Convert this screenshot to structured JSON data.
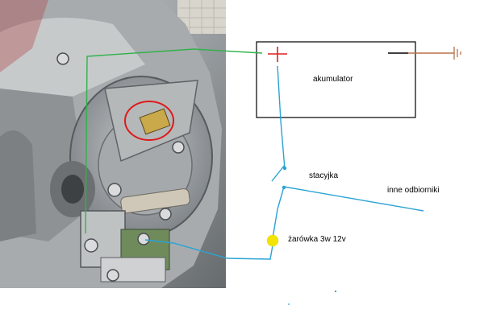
{
  "labels": {
    "battery": "akumulator",
    "ignition": "stacyjka",
    "other_loads": "inne odbiorniki",
    "bulb": "żarówka 3w 12v"
  },
  "colors": {
    "positive_wire": "#2fb24a",
    "signal_wire": "#2aa3d4",
    "ground_wire": "#b8714a",
    "plus_sign": "#e02020",
    "bulb": "#f2e400",
    "highlight_circle": "#e01818"
  },
  "icons": {
    "battery_plus": "plus-sign-icon",
    "battery_minus": "minus-sign-icon",
    "ground": "ground-symbol-icon",
    "bulb": "bulb-icon",
    "switch": "switch-icon"
  }
}
